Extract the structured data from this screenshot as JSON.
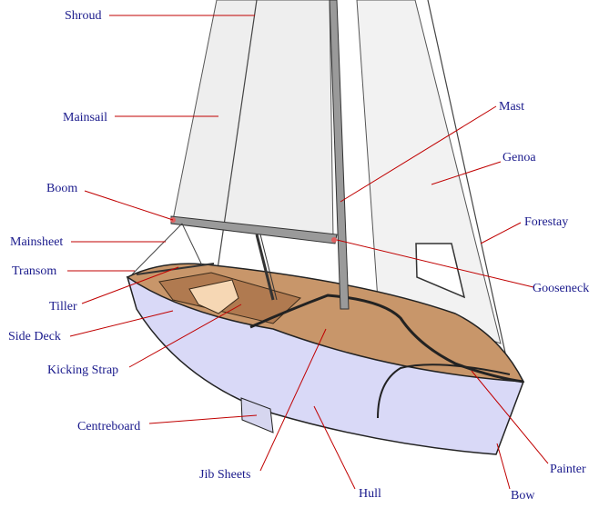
{
  "diagram": {
    "colors": {
      "label_text": "#1a1a8c",
      "leader_line": "#c00000",
      "sail": "#eeeeee",
      "hull": "#d6d6f5",
      "deck": "#c8966a",
      "spar": "#8a8a8a"
    },
    "labels": {
      "shroud": "Shroud",
      "mainsail": "Mainsail",
      "boom": "Boom",
      "mainsheet": "Mainsheet",
      "transom": "Transom",
      "tiller": "Tiller",
      "side_deck": "Side Deck",
      "kicking_strap": "Kicking Strap",
      "centreboard": "Centreboard",
      "jib_sheets": "Jib Sheets",
      "hull": "Hull",
      "bow": "Bow",
      "painter": "Painter",
      "gooseneck": "Gooseneck",
      "forestay": "Forestay",
      "genoa": "Genoa",
      "mast": "Mast"
    }
  }
}
